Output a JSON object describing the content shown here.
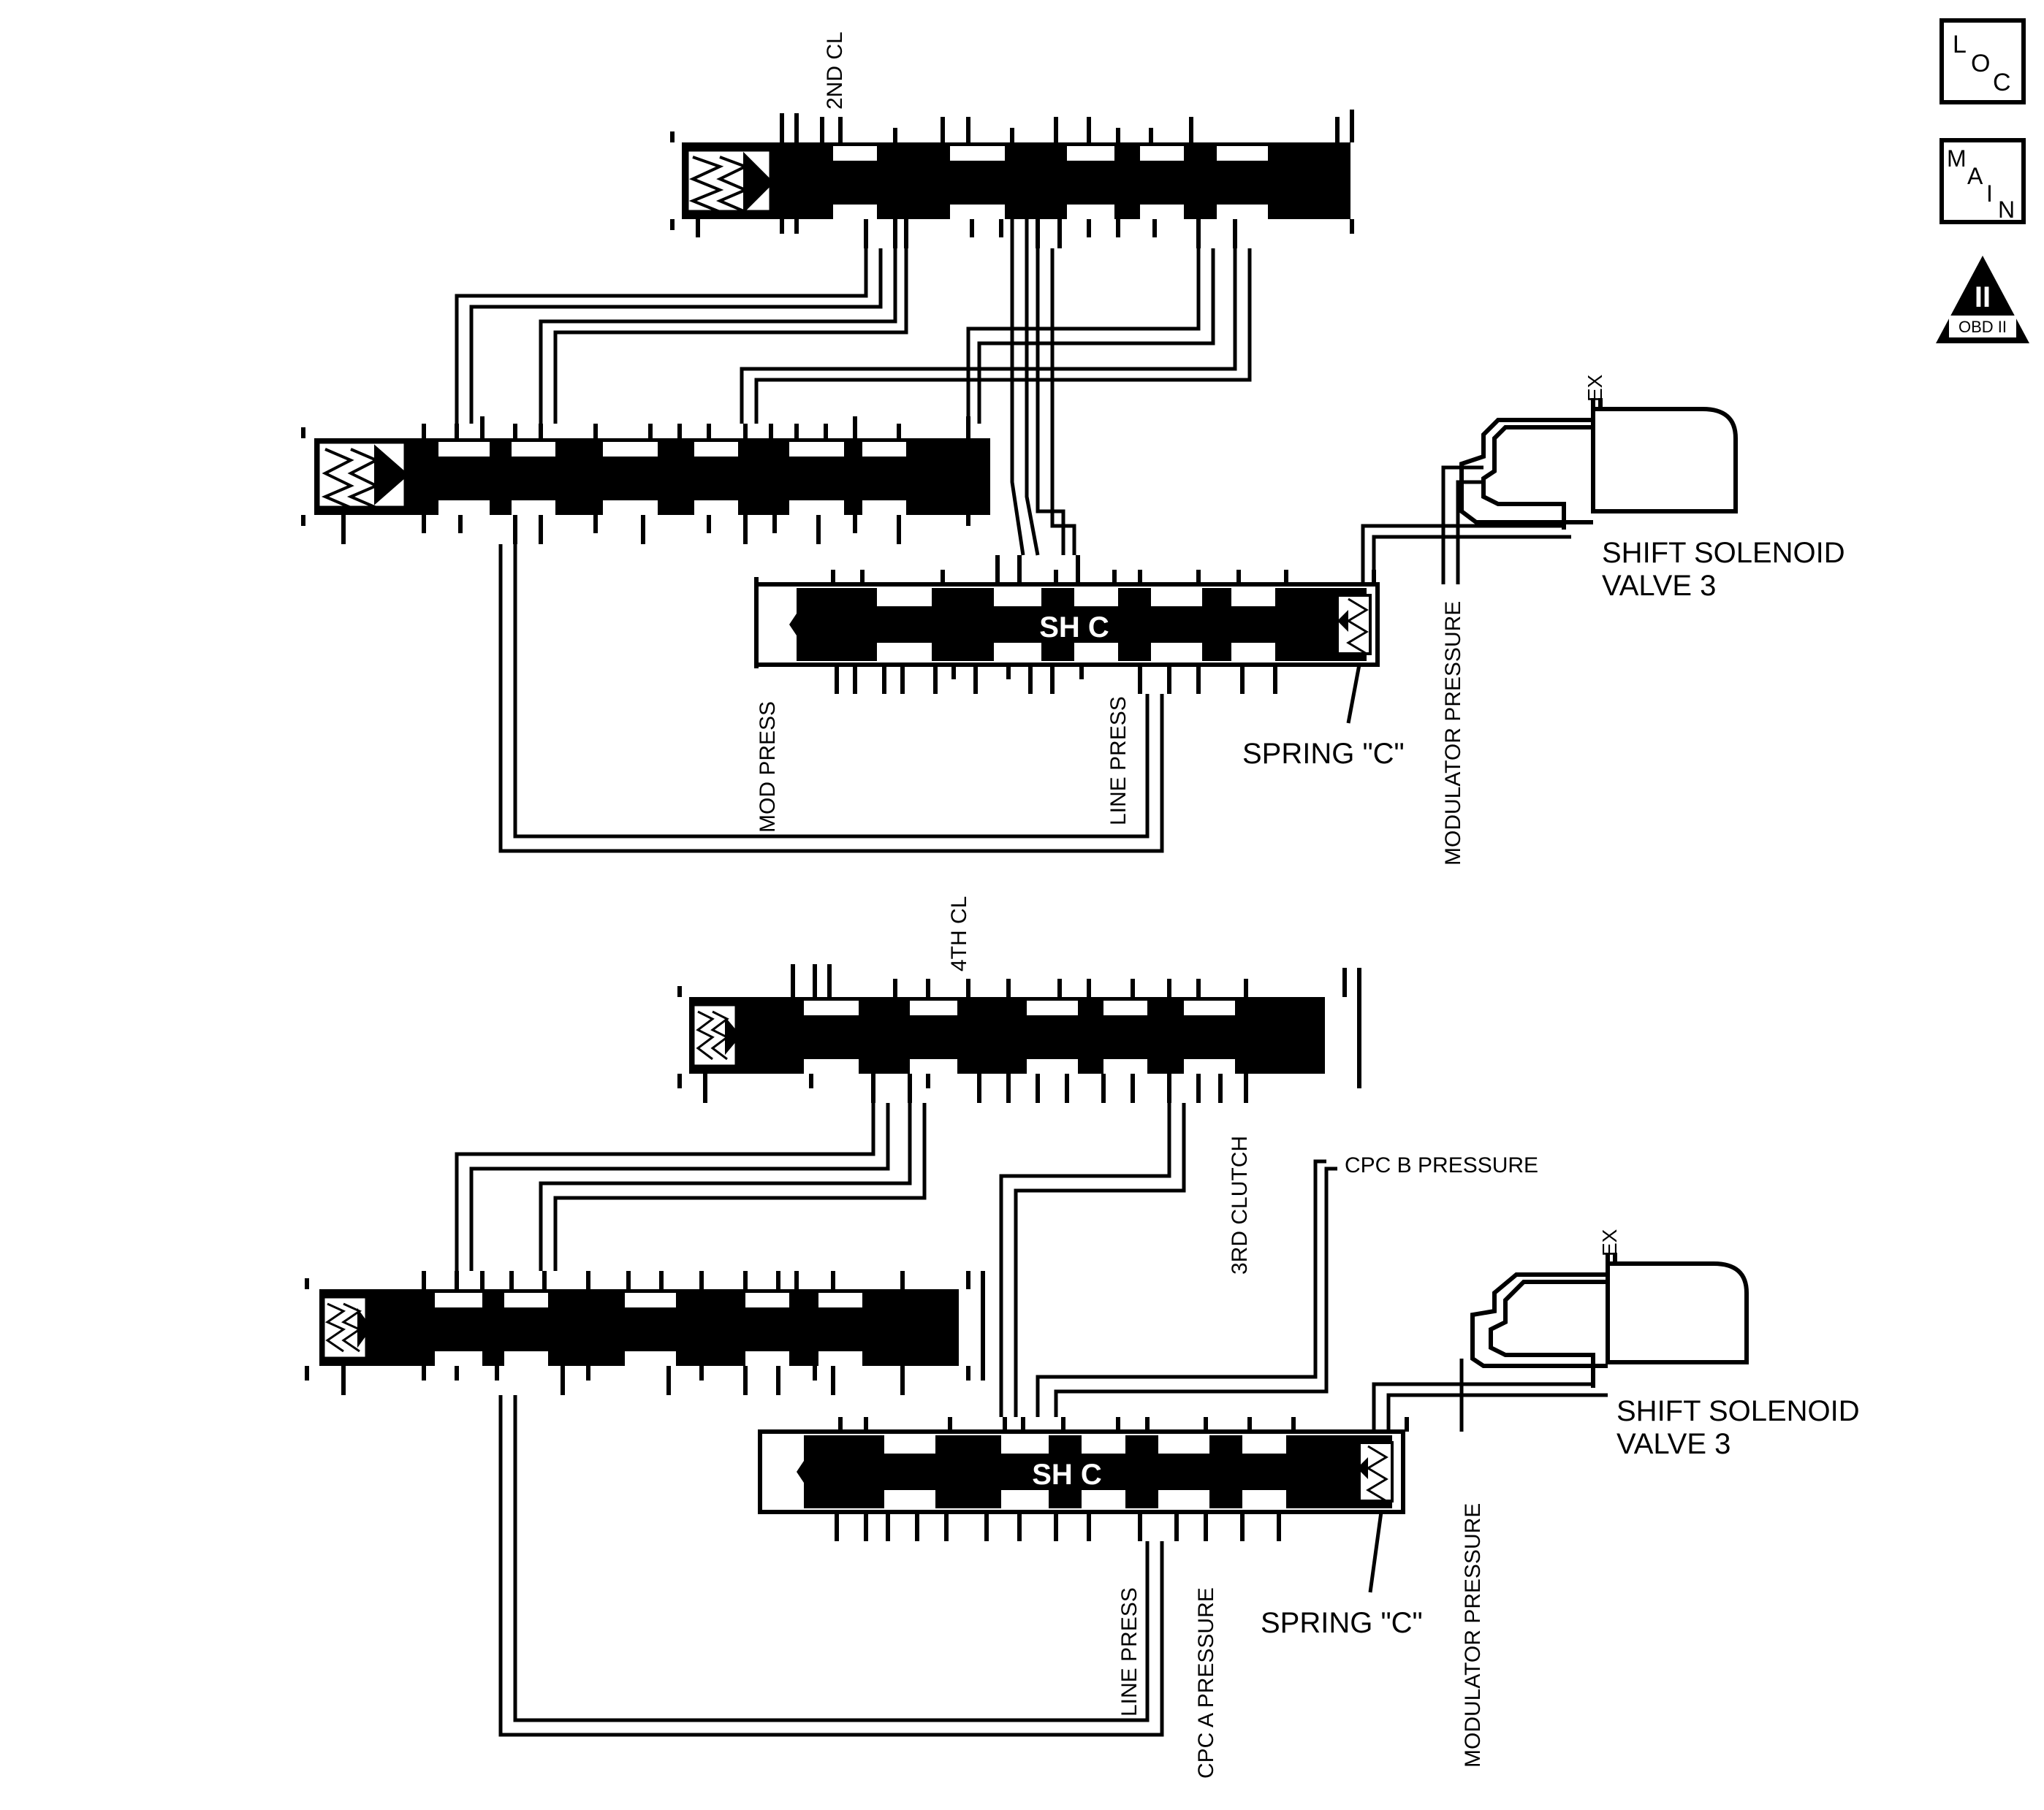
{
  "nav": {
    "loc": {
      "l1": "L",
      "l2": "O",
      "l3": "C"
    },
    "main": {
      "l1": "M",
      "l2": "A",
      "l3": "I",
      "l4": "N"
    },
    "obd": {
      "roman": "II",
      "text": "OBD II"
    }
  },
  "top": {
    "port_2nd_cl": "2ND CL",
    "port_ex": "EX",
    "solenoid_line1": "SHIFT SOLENOID",
    "solenoid_line2": "VALVE 3",
    "valve_label": "SH C",
    "spring_label": "SPRING \"C\"",
    "mod_press": "MOD PRESS",
    "line_press": "LINE PRESS",
    "modulator_pressure": "MODULATOR PRESSURE"
  },
  "bottom": {
    "port_4th_cl": "4TH CL",
    "port_3rd_clutch": "3RD CLUTCH",
    "cpc_b": "CPC B PRESSURE",
    "port_ex": "EX",
    "solenoid_line1": "SHIFT SOLENOID",
    "solenoid_line2": "VALVE 3",
    "valve_label": "SH C",
    "spring_label": "SPRING \"C\"",
    "line_press": "LINE PRESS",
    "cpc_a": "CPC A PRESSURE",
    "modulator_pressure": "MODULATOR PRESSURE"
  }
}
